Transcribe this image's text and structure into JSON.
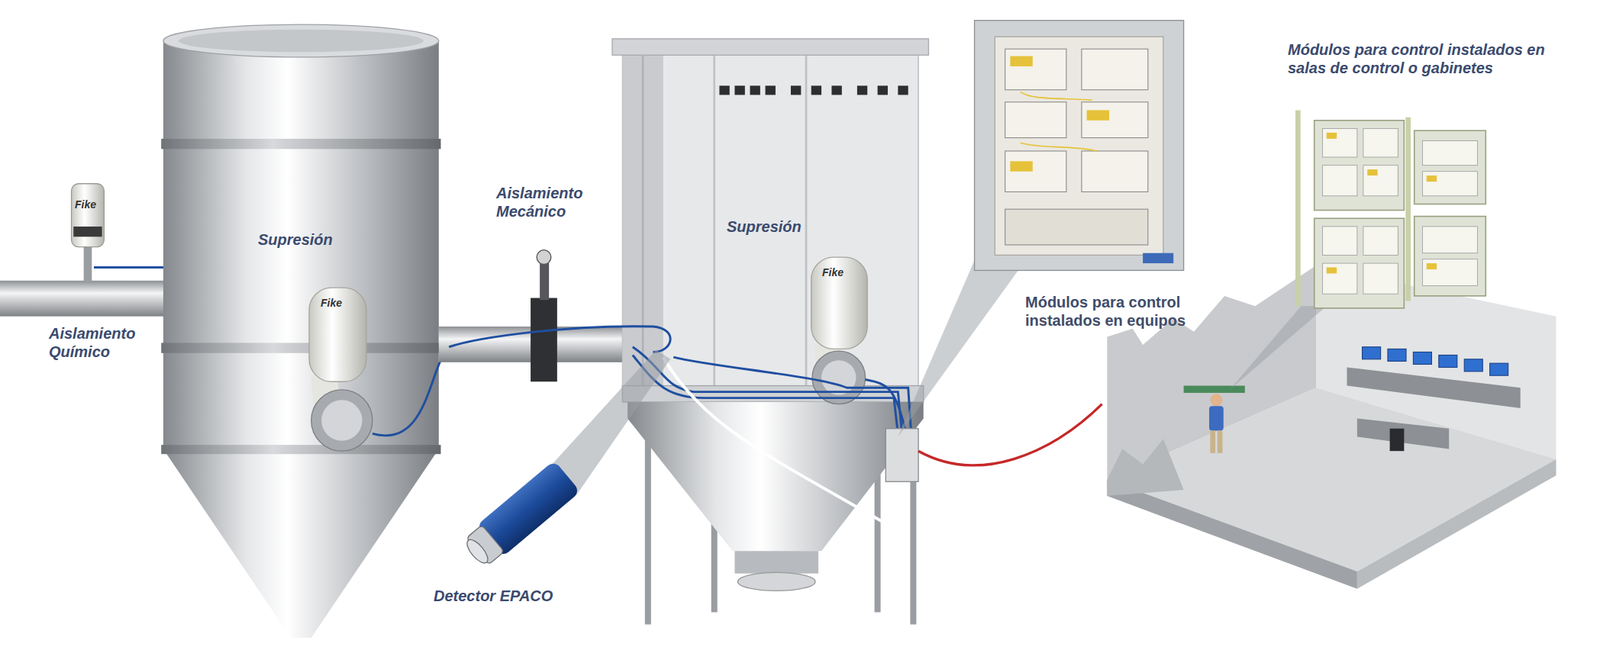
{
  "diagram": {
    "labels": [
      "Aislamiento Químico",
      "Supresión",
      "Aislamiento Mecánico",
      "Supresión",
      "Detector EPACO",
      "Módulos para control instalados en equipos",
      "Módulos para control instalados en salas de control o gabinetes",
      "Fike",
      "Fike",
      "Fike"
    ]
  }
}
